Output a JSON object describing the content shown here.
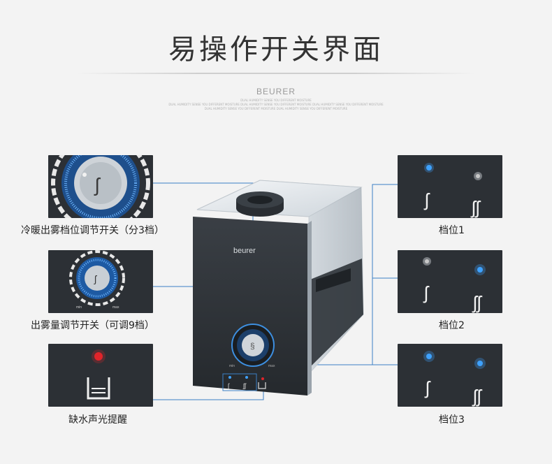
{
  "header": {
    "title": "易操作开关界面",
    "brand": "BEURER",
    "taglines": [
      "DUAL HUMIDITY SENSE YOU DIFFERENT MOISTURE",
      "DUAL HUMIDITY SENSE YOU DIFFERENT MOISTURE DUAL HUMIDITY SENSE YOU DIFFERENT MOISTURE DUAL HUMIDITY SENSE YOU DIFFERENT MOISTURE",
      "DUAL HUMIDITY SENSE YOU DIFFERENT MOISTURE DUAL HUMIDITY SENSE YOU DIFFERENT MOISTURE"
    ]
  },
  "device": {
    "logo": "beurer",
    "dial_min_label": "min",
    "dial_max_label": "max"
  },
  "left_features": [
    {
      "caption": "冷暖出雾档位调节开关（分3档）"
    },
    {
      "caption": "出雾量调节开关（可调9档）",
      "dial_min_label": "min",
      "dial_max_label": "max"
    },
    {
      "caption": "缺水声光提醒"
    }
  ],
  "right_levels": [
    {
      "caption": "档位1",
      "left_light": "blue",
      "right_light": "off"
    },
    {
      "caption": "档位2",
      "left_light": "off",
      "right_light": "blue"
    },
    {
      "caption": "档位3",
      "left_light": "blue",
      "right_light": "blue"
    }
  ],
  "colors": {
    "panel_bg": "#2c3035",
    "blue_led": "#3fa2ff",
    "red_led": "#e0242a",
    "connector": "#3b7fc4"
  }
}
